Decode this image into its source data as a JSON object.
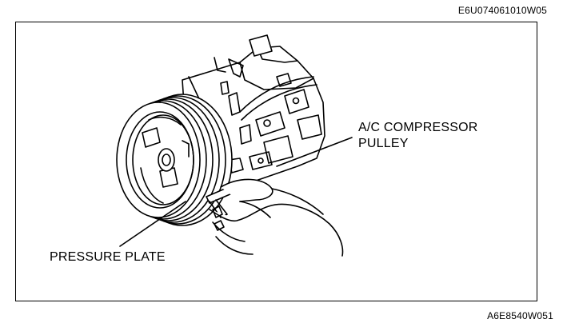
{
  "codes": {
    "top": "E6U074061010W05",
    "bottom": "A6E8540W051"
  },
  "labels": {
    "compressor_line1": "A/C COMPRESSOR",
    "compressor_line2": "PULLEY",
    "pressure_plate": "PRESSURE PLATE"
  },
  "colors": {
    "ink": "#000000",
    "paper": "#ffffff"
  },
  "icons": {
    "illustration": "ac-compressor-pulley-with-hand-and-feeler-gauge"
  }
}
